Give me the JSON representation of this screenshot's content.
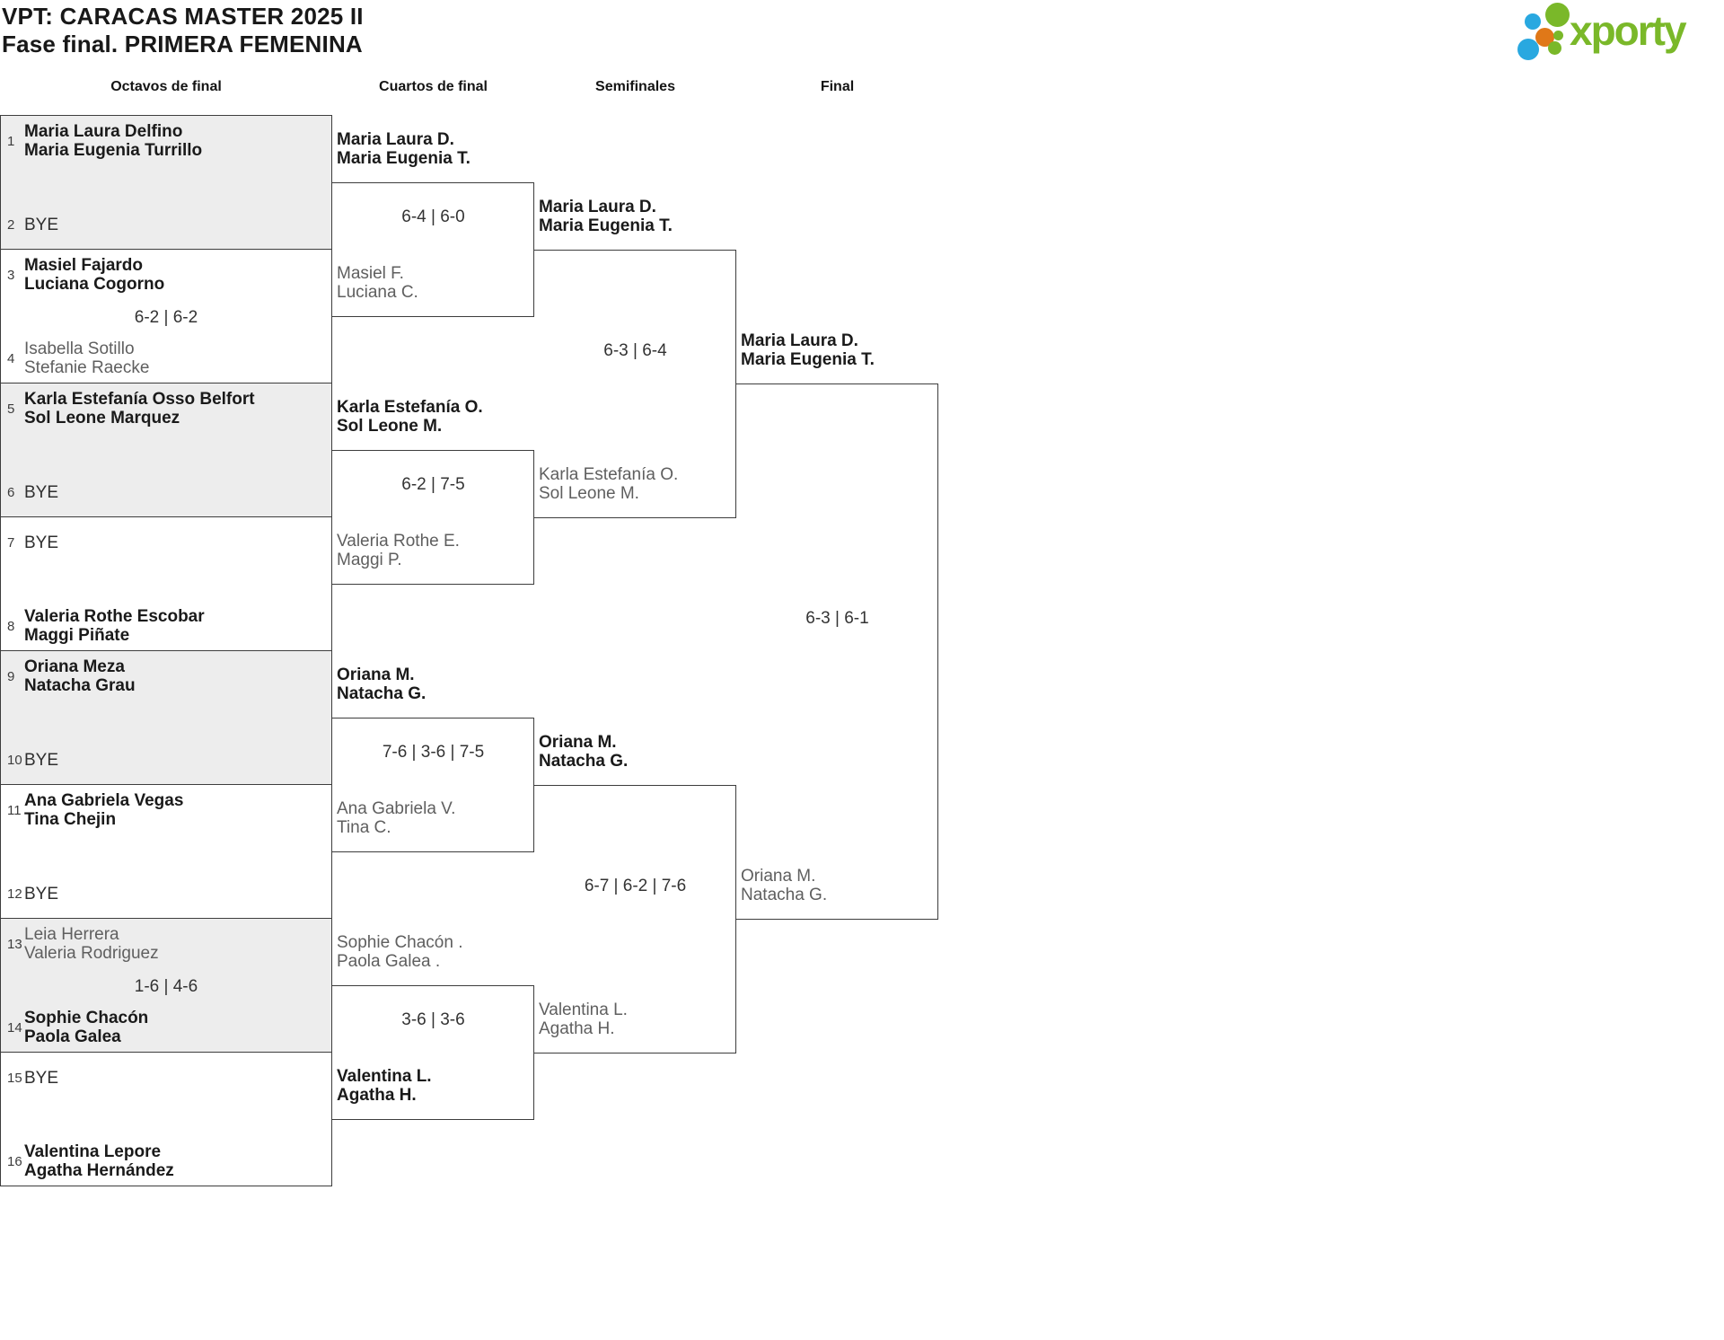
{
  "header": {
    "title_line1": "VPT: CARACAS MASTER 2025 II",
    "title_line2": "Fase final. PRIMERA FEMENINA"
  },
  "logo": {
    "text": "xporty"
  },
  "colors": {
    "line": "#3d3d3d",
    "block_gray": "#ededed",
    "logo_green": "#7ab829",
    "logo_blue": "#29a8e0",
    "logo_orange": "#e07818"
  },
  "round_headers": [
    "Octavos de final",
    "Cuartos de final",
    "Semifinales",
    "Final"
  ],
  "bracket": {
    "octavos": [
      {
        "top": {
          "seed": "1",
          "lines": [
            "Maria Laura Delfino",
            "Maria Eugenia Turrillo"
          ],
          "result": "winner"
        },
        "bottom": {
          "seed": "2",
          "lines": [
            "BYE"
          ],
          "result": "bye"
        },
        "score": ""
      },
      {
        "top": {
          "seed": "3",
          "lines": [
            "Masiel Fajardo",
            "Luciana Cogorno"
          ],
          "result": "winner"
        },
        "bottom": {
          "seed": "4",
          "lines": [
            "Isabella Sotillo",
            "Stefanie Raecke"
          ],
          "result": "loser"
        },
        "score": "6-2 | 6-2"
      },
      {
        "top": {
          "seed": "5",
          "lines": [
            "Karla Estefanía Osso Belfort",
            "Sol Leone Marquez"
          ],
          "result": "winner"
        },
        "bottom": {
          "seed": "6",
          "lines": [
            "BYE"
          ],
          "result": "bye"
        },
        "score": ""
      },
      {
        "top": {
          "seed": "7",
          "lines": [
            "BYE"
          ],
          "result": "bye"
        },
        "bottom": {
          "seed": "8",
          "lines": [
            "Valeria Rothe Escobar",
            "Maggi Piñate"
          ],
          "result": "winner"
        },
        "score": ""
      },
      {
        "top": {
          "seed": "9",
          "lines": [
            "Oriana Meza",
            "Natacha Grau"
          ],
          "result": "winner"
        },
        "bottom": {
          "seed": "10",
          "lines": [
            "BYE"
          ],
          "result": "bye"
        },
        "score": ""
      },
      {
        "top": {
          "seed": "11",
          "lines": [
            "Ana Gabriela Vegas",
            "Tina Chejin"
          ],
          "result": "winner"
        },
        "bottom": {
          "seed": "12",
          "lines": [
            "BYE"
          ],
          "result": "bye"
        },
        "score": ""
      },
      {
        "top": {
          "seed": "13",
          "lines": [
            "Leia Herrera",
            "Valeria Rodriguez"
          ],
          "result": "loser"
        },
        "bottom": {
          "seed": "14",
          "lines": [
            "Sophie Chacón",
            "Paola Galea"
          ],
          "result": "winner"
        },
        "score": "1-6 | 4-6"
      },
      {
        "top": {
          "seed": "15",
          "lines": [
            "BYE"
          ],
          "result": "bye"
        },
        "bottom": {
          "seed": "16",
          "lines": [
            "Valentina Lepore",
            "Agatha Hernández"
          ],
          "result": "winner"
        },
        "score": ""
      }
    ],
    "cuartos": [
      {
        "top": {
          "lines": [
            "Maria Laura D.",
            "Maria Eugenia T."
          ],
          "result": "winner"
        },
        "bottom": {
          "lines": [
            "Masiel F.",
            "Luciana C."
          ],
          "result": "loser"
        },
        "score": "6-4 | 6-0"
      },
      {
        "top": {
          "lines": [
            "Karla Estefanía O.",
            "Sol Leone M."
          ],
          "result": "winner"
        },
        "bottom": {
          "lines": [
            "Valeria Rothe E.",
            "Maggi P."
          ],
          "result": "loser"
        },
        "score": "6-2 | 7-5"
      },
      {
        "top": {
          "lines": [
            "Oriana M.",
            "Natacha G."
          ],
          "result": "winner"
        },
        "bottom": {
          "lines": [
            "Ana Gabriela V.",
            "Tina C."
          ],
          "result": "loser"
        },
        "score": "7-6 | 3-6 | 7-5"
      },
      {
        "top": {
          "lines": [
            "Sophie Chacón .",
            "Paola Galea ."
          ],
          "result": "loser"
        },
        "bottom": {
          "lines": [
            "Valentina L.",
            "Agatha H."
          ],
          "result": "winner"
        },
        "score": "3-6 | 3-6"
      }
    ],
    "semifinales": [
      {
        "top": {
          "lines": [
            "Maria Laura D.",
            "Maria Eugenia T."
          ],
          "result": "winner"
        },
        "bottom": {
          "lines": [
            "Karla Estefanía O.",
            "Sol Leone M."
          ],
          "result": "loser"
        },
        "score": "6-3 | 6-4"
      },
      {
        "top": {
          "lines": [
            "Oriana M.",
            "Natacha G."
          ],
          "result": "winner"
        },
        "bottom": {
          "lines": [
            "Valentina L.",
            "Agatha H."
          ],
          "result": "loser"
        },
        "score": "6-7 | 6-2 | 7-6"
      }
    ],
    "final": [
      {
        "top": {
          "lines": [
            "Maria Laura D.",
            "Maria Eugenia T."
          ],
          "result": "winner"
        },
        "bottom": {
          "lines": [
            "Oriana M.",
            "Natacha G."
          ],
          "result": "loser"
        },
        "score": "6-3 | 6-1"
      }
    ]
  }
}
